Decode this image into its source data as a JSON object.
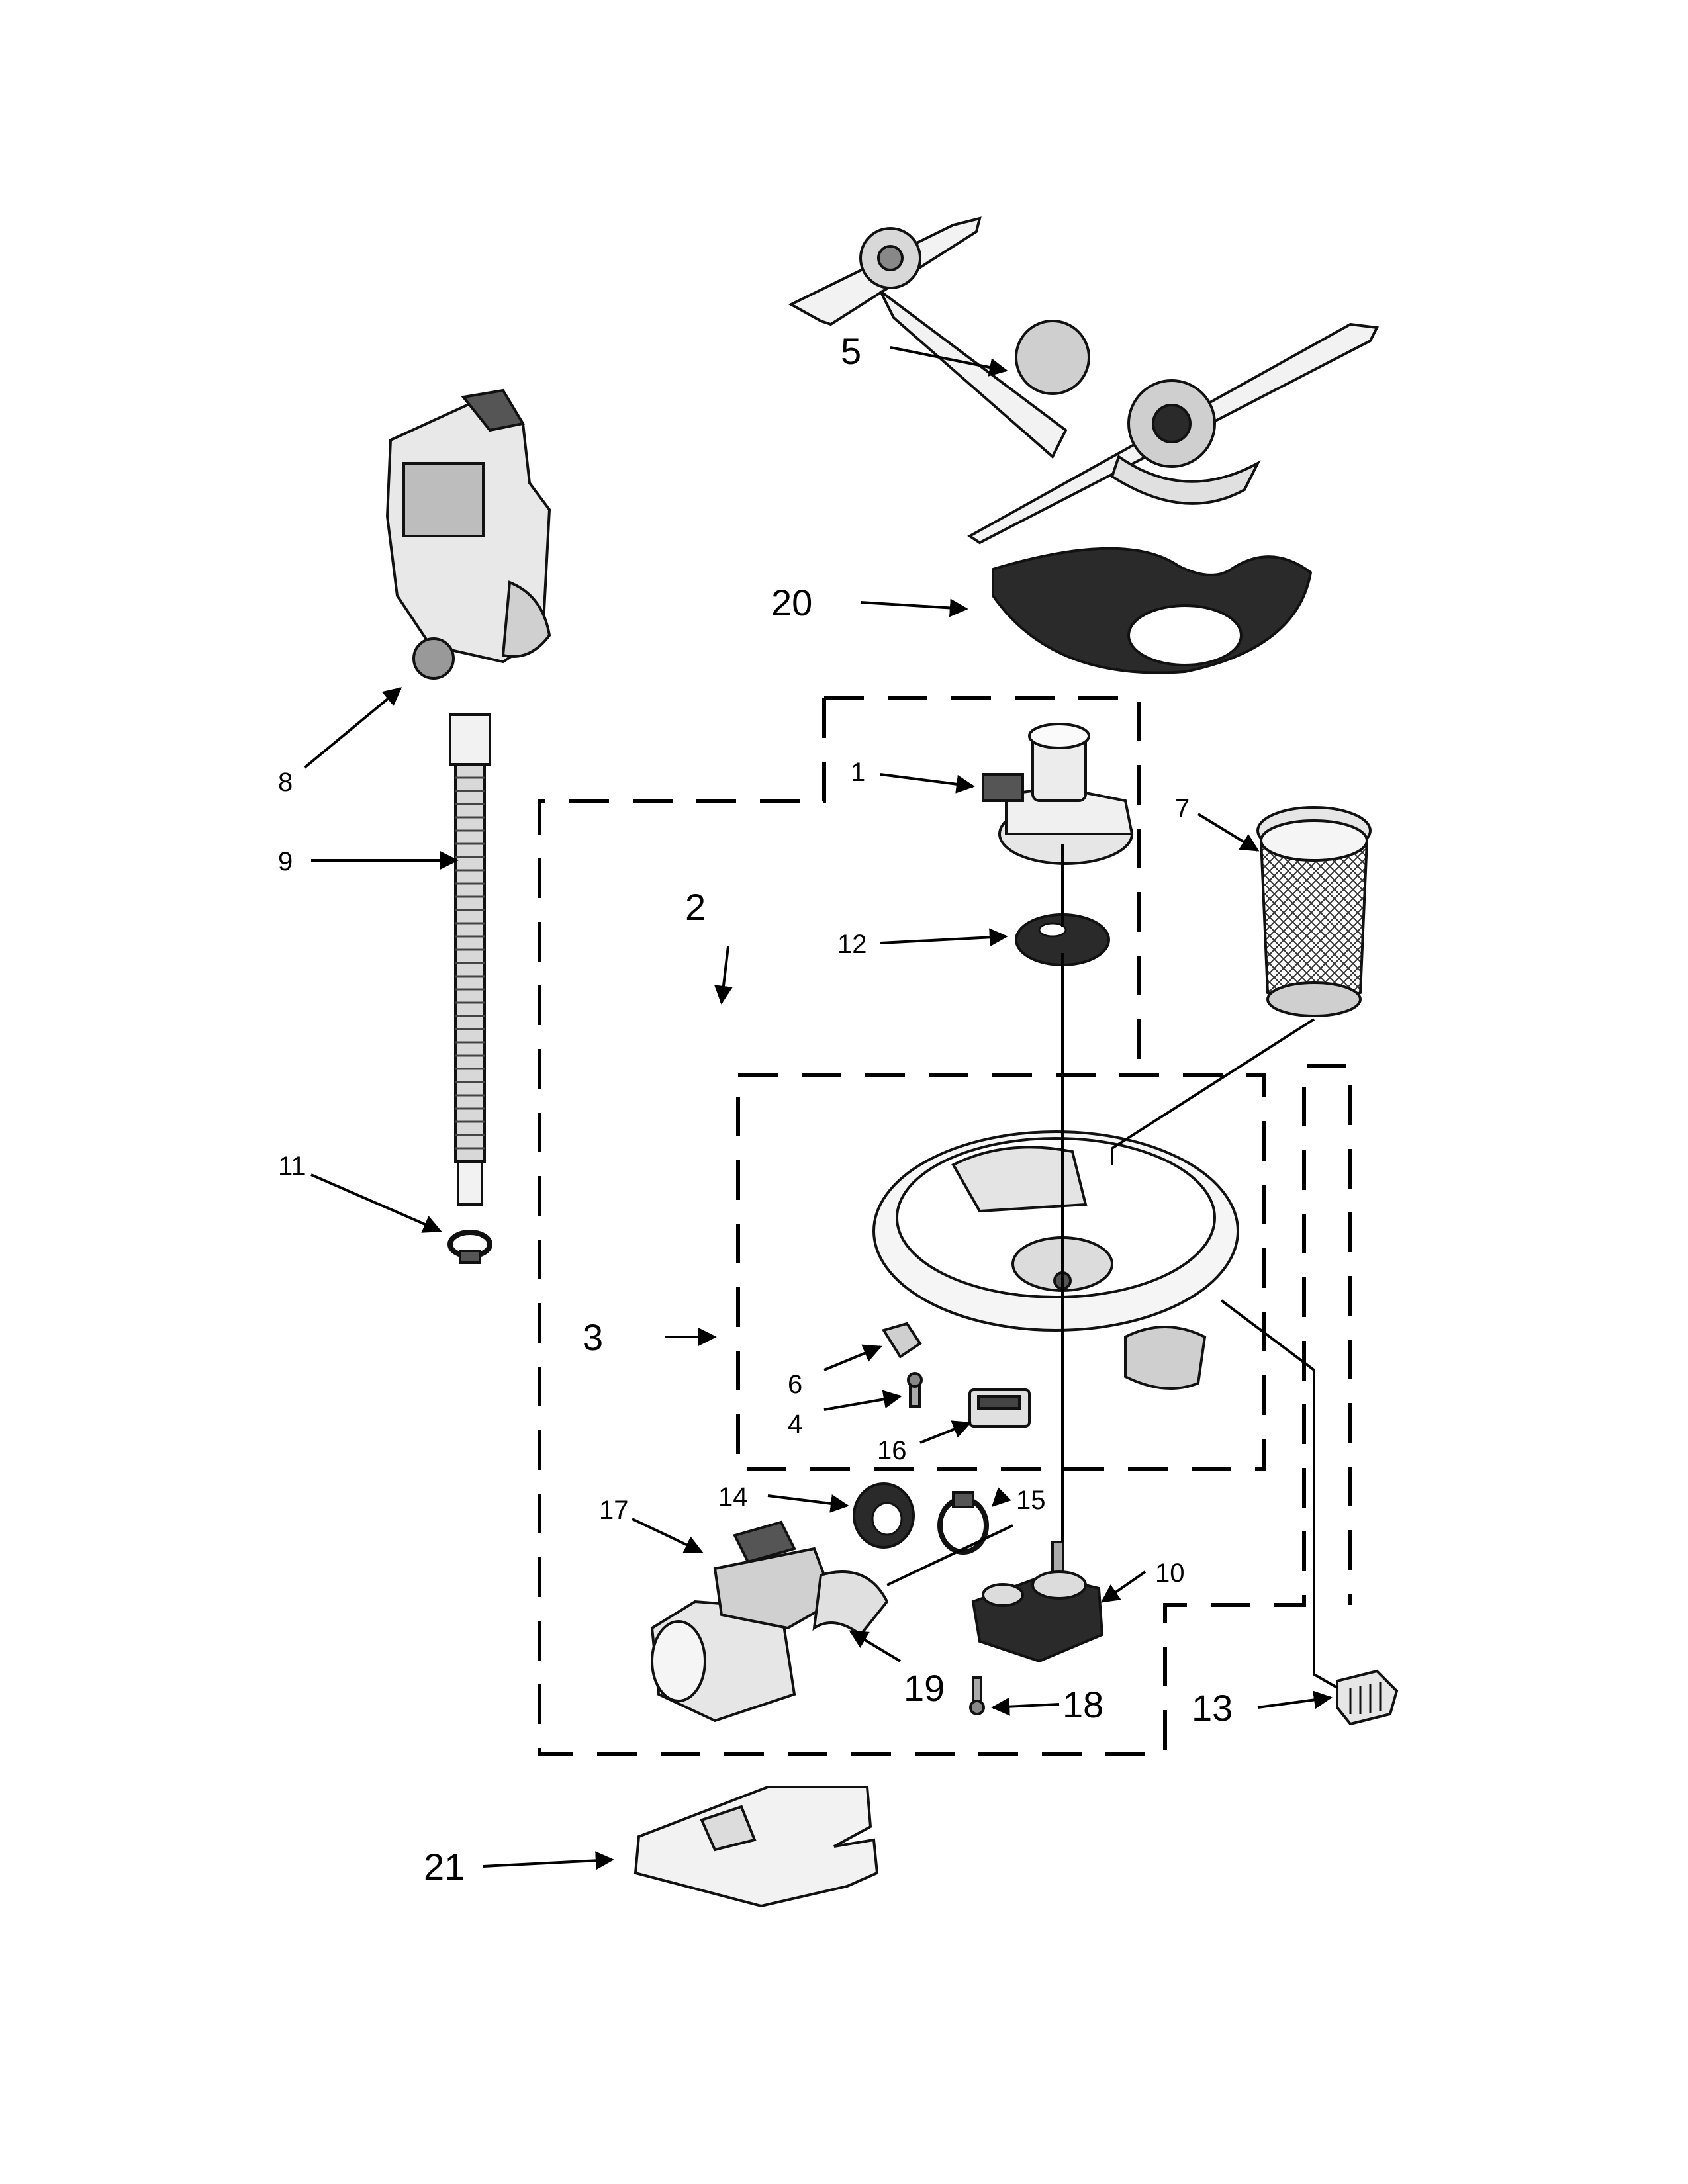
{
  "callouts": {
    "c1": "1",
    "c2": "2",
    "c3": "3",
    "c4": "4",
    "c5": "5",
    "c6": "6",
    "c7": "7",
    "c8": "8",
    "c9": "9",
    "c10": "10",
    "c11": "11",
    "c12": "12",
    "c13": "13",
    "c14": "14",
    "c15": "15",
    "c16": "16",
    "c17": "17",
    "c18": "18",
    "c19": "19",
    "c20": "20",
    "c21": "21"
  },
  "colors": {
    "line": "#000000",
    "part_fill": "#f2f2f2",
    "part_dark": "#2a2a2a"
  }
}
